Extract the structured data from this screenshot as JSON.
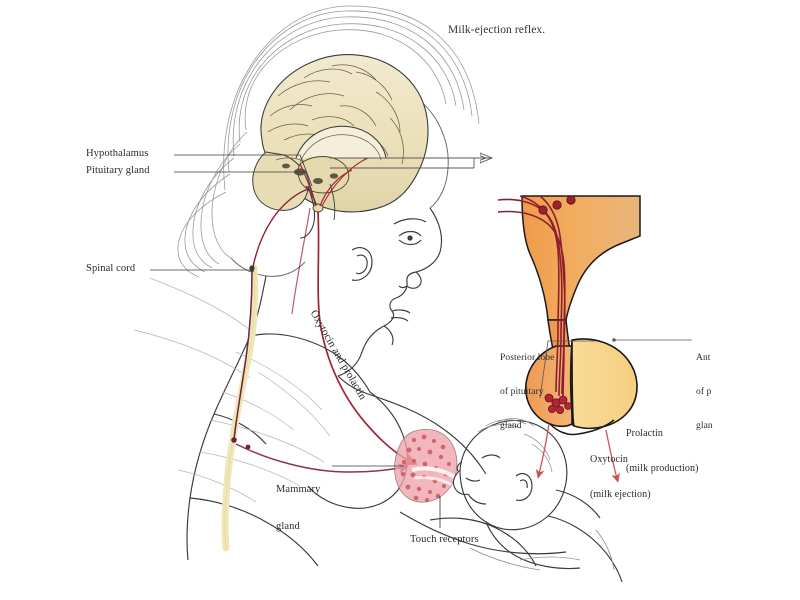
{
  "figure": {
    "title": "Milk-ejection reflex.",
    "subject": "milk-ejection-reflex-diagram",
    "background_color": "#ffffff"
  },
  "labels": {
    "hypothalamus": "Hypothalamus",
    "pituitary_gland": "Pituitary gland",
    "spinal_cord": "Spinal cord",
    "oxytocin_and_prolactin": "Oxytocin and prolactin",
    "mammary_gland_line1": "Mammary",
    "mammary_gland_line2": "gland",
    "touch_receptors": "Touch receptors"
  },
  "inset": {
    "posterior_lobe_line1": "Posterior lobe",
    "posterior_lobe_line2": "of pituitary",
    "posterior_lobe_line3": "gland",
    "anterior_lobe_line1": "Ant",
    "anterior_lobe_line2": "of p",
    "anterior_lobe_line3": "glan",
    "prolactin_line1": "Prolactin",
    "prolactin_line2": "(milk production)",
    "oxytocin_line1": "Oxytocin",
    "oxytocin_line2": "(milk ejection)"
  },
  "colors": {
    "ink": "#2b2b2b",
    "sketch_line": "#4a4a4a",
    "light_sketch": "#9a9a9a",
    "brain_fill": "#efe6c4",
    "brain_fill_dark": "#e3d6ab",
    "hypothalamus_orange": "#f0a152",
    "hypothalamus_orange_light": "#f5b96e",
    "anterior_lobe_yellow": "#f7d78d",
    "posterior_lobe_orange": "#f0a864",
    "tract_dark_red": "#8c2030",
    "neuron_red": "#b32634",
    "hormone_red": "#c0392b",
    "arrow_red": "#cf4a4a",
    "mammary_pink": "#e0707c",
    "mammary_pink_light": "#eda3ab",
    "spinal_cord_yellow": "#f0e7b8",
    "afferent_purple": "#6b2340"
  }
}
